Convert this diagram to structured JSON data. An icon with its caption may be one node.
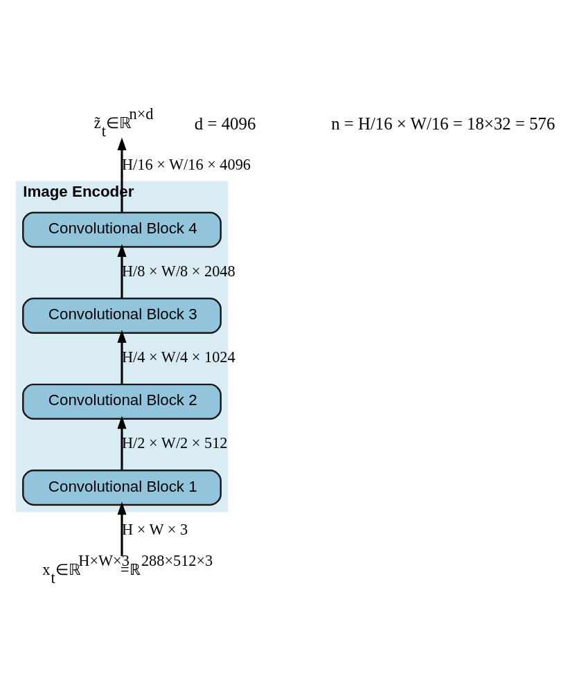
{
  "diagram": {
    "nodes": [
      {
        "text": [
          "Image Encoder"
        ]
      },
      {
        "text": [
          "Convolutional Block 1"
        ],
        "in": 0
      },
      {
        "text": [
          "Convolutional Block 2"
        ],
        "in": 0
      },
      {
        "text": [
          "Convolutional Block 3"
        ],
        "in": 0
      },
      {
        "text": [
          "Convolutional Block 4"
        ],
        "in": 0
      },
      {
        "text": [
          "x$_{t}$∈ℝ$^{H×W×3}$=ℝ$^{288×512×3}$"
        ]
      },
      {
        "text": [
          "z̃$_{t}$∈ℝ$^{n×d}$"
        ]
      }
    ],
    "edges": [
      {
        "from": 5,
        "to": 1,
        "arrow": "to",
        "label": "H × W × 3"
      },
      {
        "from": 1,
        "to": 2,
        "arrow": "to",
        "label": "H/2 × W/2 × 512"
      },
      {
        "from": 2,
        "to": 3,
        "arrow": "to",
        "label": "H/4 × W/4 × 1024"
      },
      {
        "from": 3,
        "to": 4,
        "arrow": "to",
        "label": "H/8 × W/8 × 2048"
      },
      {
        "from": 4,
        "to": 6,
        "arrow": "to",
        "label": "H/16 × W/16 × 4096"
      }
    ],
    "labels": [
      "n = H/16 × W/16 = 18×32 = 576",
      "d = 4096"
    ]
  }
}
